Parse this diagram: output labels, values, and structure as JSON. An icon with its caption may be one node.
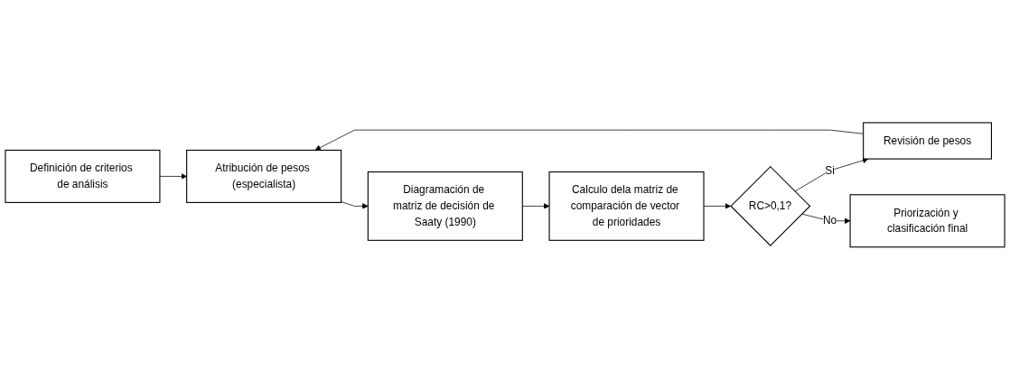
{
  "diagram": {
    "nodes": [
      {
        "text": [
          "Definición de criterios de análisis"
        ]
      },
      {
        "text": [
          "Atribución de pesos (especialista)"
        ]
      },
      {
        "text": [
          "Diagramación de matriz de decisión de Saaty (1990)"
        ]
      },
      {
        "text": [
          "Calculo dela matriz de comparación de vector de prioridades"
        ]
      },
      {
        "text": [
          "Revisión de pesos"
        ]
      },
      {
        "text": [
          "RC>0,1?"
        ]
      },
      {
        "text": [
          "Priorización y clasificación final"
        ]
      }
    ],
    "edges": [
      {
        "from": 0,
        "to": 1,
        "arrow": "to"
      },
      {
        "from": 1,
        "to": 2,
        "arrow": "to"
      },
      {
        "from": 2,
        "to": 3,
        "arrow": "to"
      },
      {
        "from": 3,
        "to": 5,
        "arrow": "to"
      },
      {
        "from": 5,
        "to": 4,
        "arrow": "to",
        "label": "Si"
      },
      {
        "from": 4,
        "to": 1,
        "arrow": "to"
      },
      {
        "from": 5,
        "to": 6,
        "arrow": "to",
        "label": "No"
      }
    ]
  }
}
